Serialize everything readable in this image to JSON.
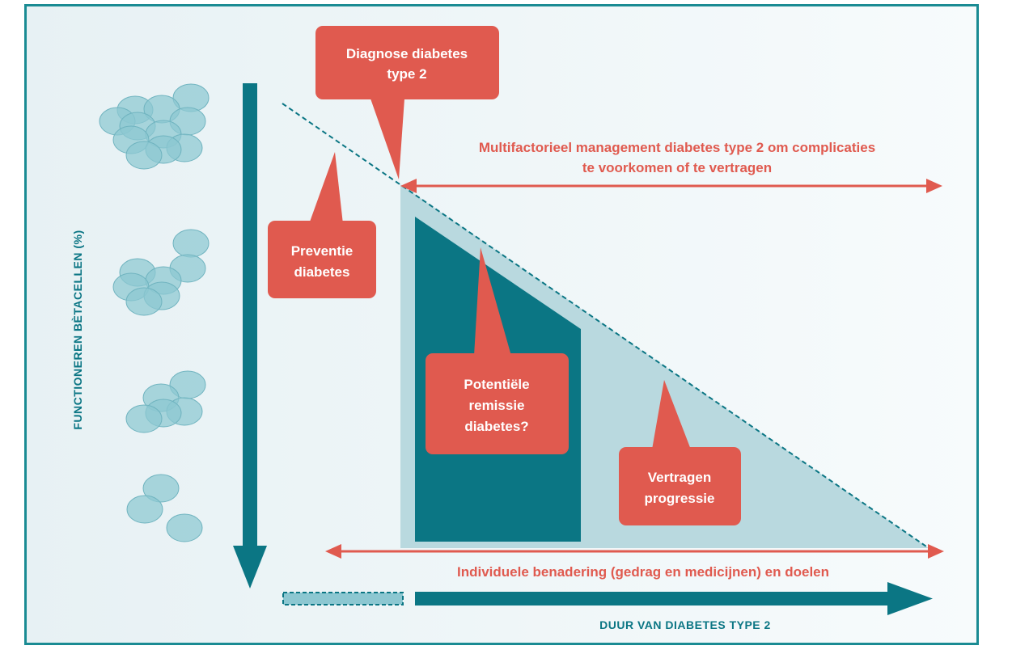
{
  "colors": {
    "teal": "#0b7684",
    "light_teal": "#b9d9df",
    "cell_fill": "#8cc7d1",
    "coral": "#e05a4f",
    "background": "#eef5f7"
  },
  "y_axis_label": "FUNCTIONEREN BÈTACELLEN (%)",
  "x_axis_label": "DUUR VAN DIABETES TYPE 2",
  "callouts": {
    "diagnose": [
      "Diagnose diabetes",
      "type 2"
    ],
    "preventie": [
      "Preventie",
      "diabetes"
    ],
    "remissie": [
      "Potentiële",
      "remissie",
      "diabetes?"
    ],
    "vertragen": [
      "Vertragen",
      "progressie"
    ]
  },
  "management_text": [
    "Multifactorieel management diabetes type 2 om complicaties",
    "te voorkomen of te vertragen"
  ],
  "individual_text": "Individuele benadering (gedrag en medicijnen) en doelen"
}
